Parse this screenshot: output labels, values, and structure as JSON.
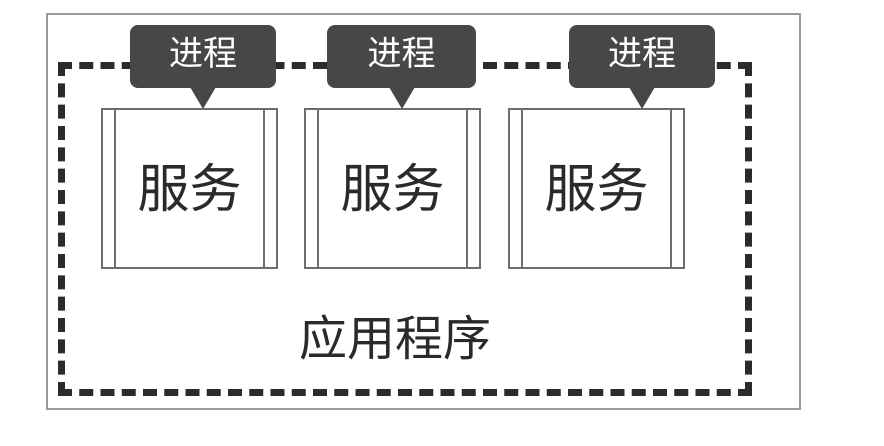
{
  "diagram": {
    "processes": [
      {
        "label": "进程"
      },
      {
        "label": "进程"
      },
      {
        "label": "进程"
      }
    ],
    "services": [
      {
        "label": "服务"
      },
      {
        "label": "服务"
      },
      {
        "label": "服务"
      }
    ],
    "application_label": "应用程序"
  }
}
